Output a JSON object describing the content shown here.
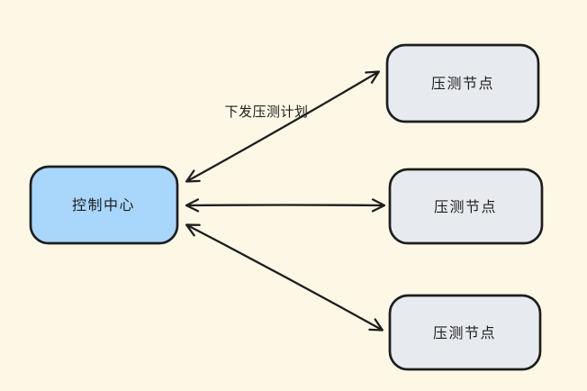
{
  "diagram": {
    "type": "flow-diagram",
    "style": "hand-drawn",
    "background_color": "#fdf8e6",
    "stroke_color": "#1e1e1e",
    "nodes": [
      {
        "id": "control-center",
        "label": "控制中心",
        "fill": "#a9d7fc",
        "shape": "rounded-rect"
      },
      {
        "id": "load-test-node-1",
        "label": "压测节点",
        "fill": "#e7eaee",
        "shape": "rounded-rect"
      },
      {
        "id": "load-test-node-2",
        "label": "压测节点",
        "fill": "#e7eaee",
        "shape": "rounded-rect"
      },
      {
        "id": "load-test-node-3",
        "label": "压测节点",
        "fill": "#e7eaee",
        "shape": "rounded-rect"
      }
    ],
    "edges": [
      {
        "from": "control-center",
        "to": "load-test-node-1",
        "label": "下发压测计划",
        "direction": "bidirectional"
      },
      {
        "from": "control-center",
        "to": "load-test-node-2",
        "label": "",
        "direction": "bidirectional"
      },
      {
        "from": "control-center",
        "to": "load-test-node-3",
        "label": "",
        "direction": "bidirectional"
      }
    ]
  }
}
